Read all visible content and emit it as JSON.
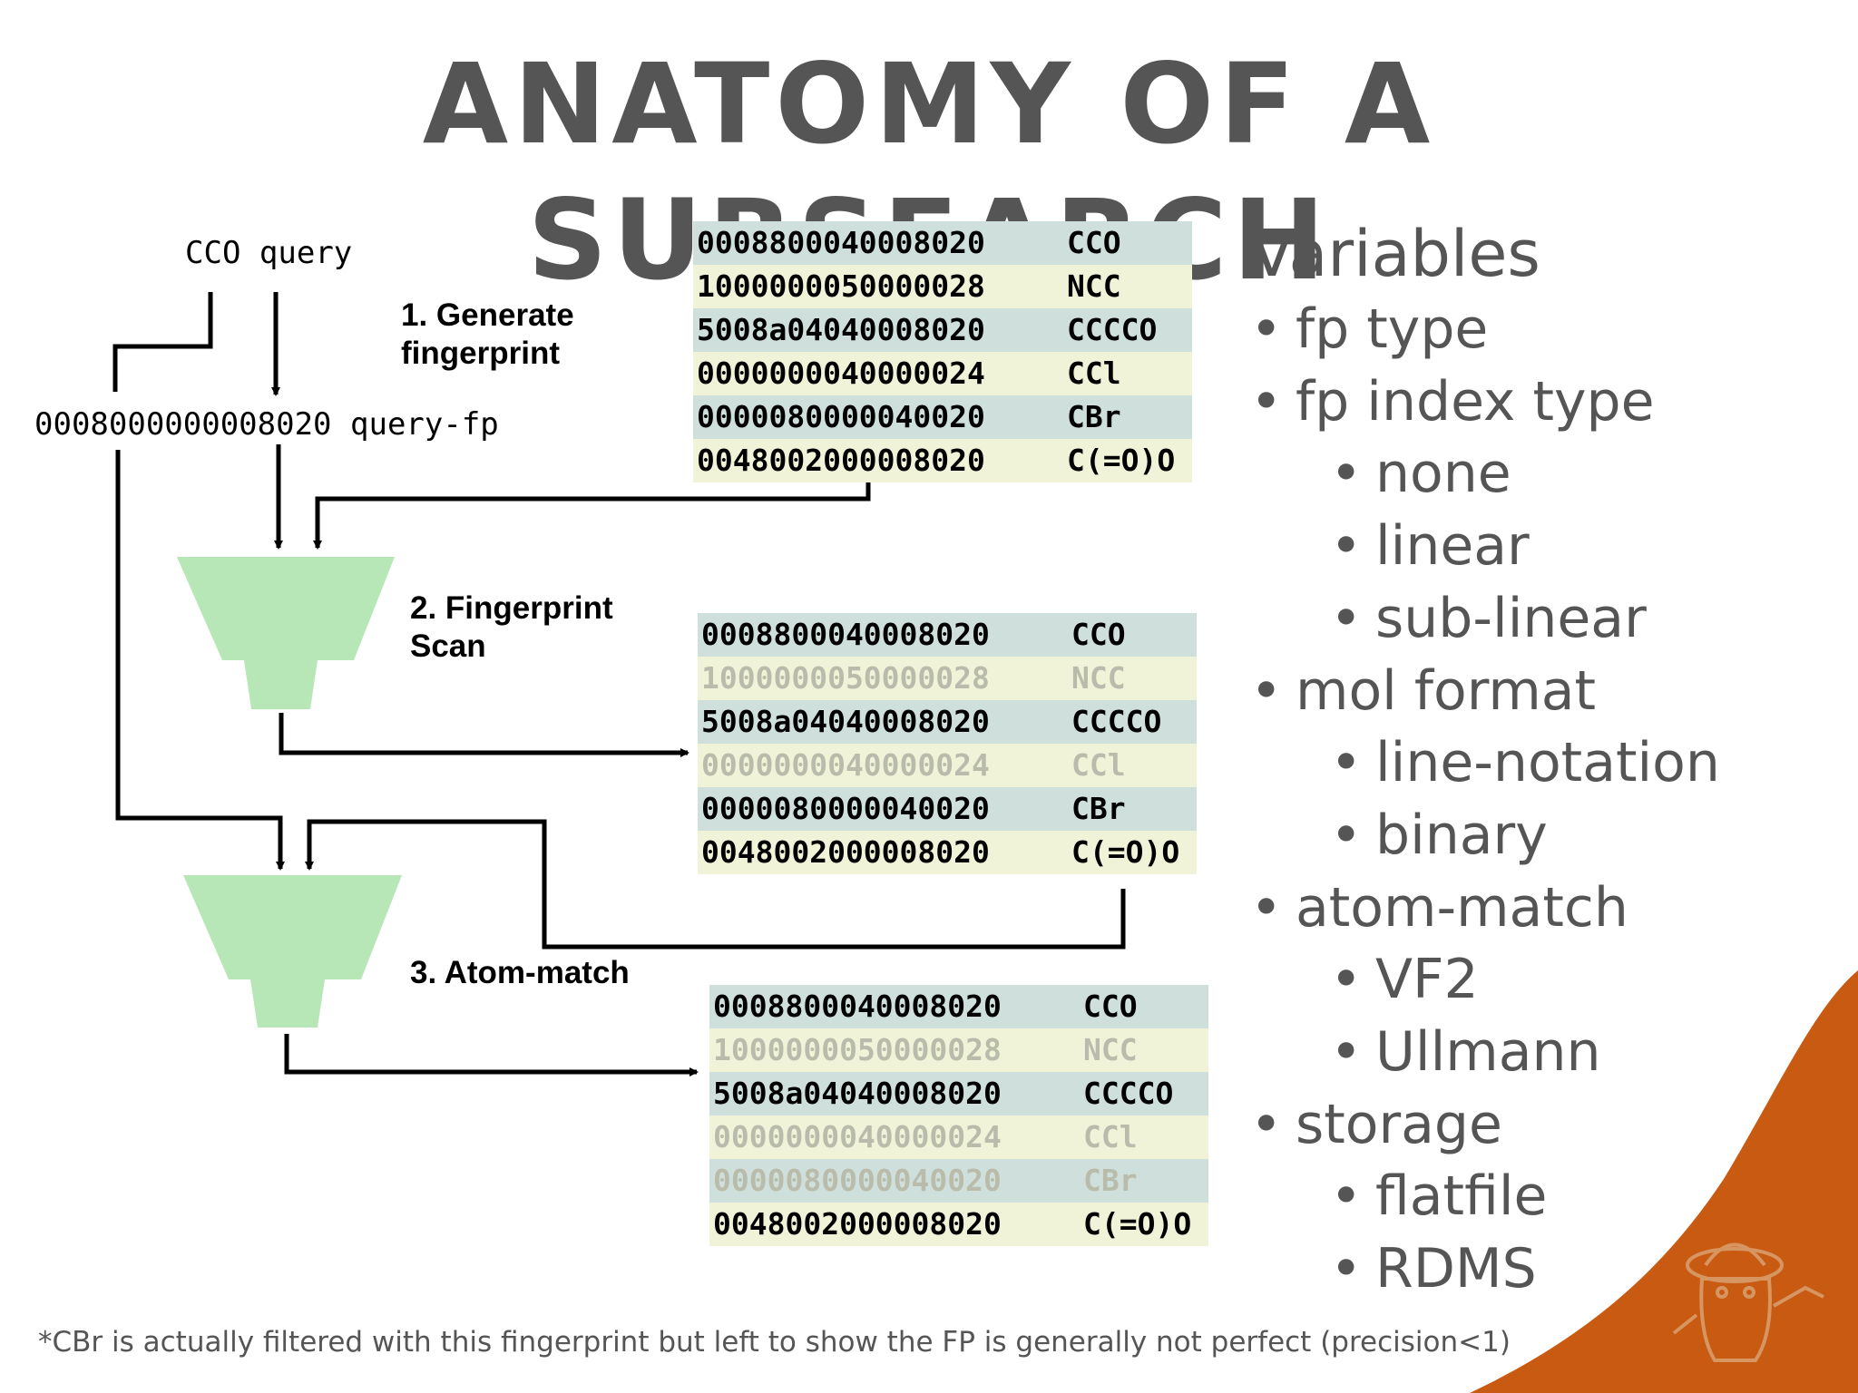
{
  "title": "ANATOMY OF A SUBSEARCH",
  "query": {
    "smiles": "CCO",
    "word": "query"
  },
  "query_fp": {
    "value": "0008000000008020",
    "label": "query-fp"
  },
  "steps": [
    {
      "label": "1. Generate\nfingerprint"
    },
    {
      "label": "2. Fingerprint\nScan"
    },
    {
      "label": "3. Atom-match"
    }
  ],
  "tables": [
    {
      "rows": [
        {
          "fp": "0008800040008020",
          "smiles": "CCO",
          "active": true
        },
        {
          "fp": "1000000050000028",
          "smiles": "NCC",
          "active": true
        },
        {
          "fp": "5008a04040008020",
          "smiles": "CCCCO",
          "active": true
        },
        {
          "fp": "0000000040000024",
          "smiles": "CCl",
          "active": true
        },
        {
          "fp": "0000080000040020",
          "smiles": "CBr",
          "active": true
        },
        {
          "fp": "0048002000008020",
          "smiles": "C(=O)O",
          "active": true
        }
      ]
    },
    {
      "rows": [
        {
          "fp": "0008800040008020",
          "smiles": "CCO",
          "active": true
        },
        {
          "fp": "1000000050000028",
          "smiles": "NCC",
          "active": false
        },
        {
          "fp": "5008a04040008020",
          "smiles": "CCCCO",
          "active": true
        },
        {
          "fp": "0000000040000024",
          "smiles": "CCl",
          "active": false
        },
        {
          "fp": "0000080000040020",
          "smiles": "CBr",
          "active": true
        },
        {
          "fp": "0048002000008020",
          "smiles": "C(=O)O",
          "active": true
        }
      ]
    },
    {
      "rows": [
        {
          "fp": "0008800040008020",
          "smiles": "CCO",
          "active": true
        },
        {
          "fp": "1000000050000028",
          "smiles": "NCC",
          "active": false
        },
        {
          "fp": "5008a04040008020",
          "smiles": "CCCCO",
          "active": true
        },
        {
          "fp": "0000000040000024",
          "smiles": "CCl",
          "active": false
        },
        {
          "fp": "0000080000040020",
          "smiles": "CBr",
          "active": false
        },
        {
          "fp": "0048002000008020",
          "smiles": "C(=O)O",
          "active": true
        }
      ]
    }
  ],
  "variables": {
    "heading": "Variables",
    "items": [
      {
        "text": "fp type",
        "level": 1
      },
      {
        "text": "fp index type",
        "level": 1
      },
      {
        "text": "none",
        "level": 2
      },
      {
        "text": "linear",
        "level": 2
      },
      {
        "text": "sub-linear",
        "level": 2
      },
      {
        "text": "mol format",
        "level": 1
      },
      {
        "text": "line-notation",
        "level": 2
      },
      {
        "text": "binary",
        "level": 2
      },
      {
        "text": "atom-match",
        "level": 1
      },
      {
        "text": "VF2",
        "level": 2
      },
      {
        "text": "Ullmann",
        "level": 2
      },
      {
        "text": "storage",
        "level": 1
      },
      {
        "text": "flatfile",
        "level": 2
      },
      {
        "text": "RDMS",
        "level": 2
      }
    ]
  },
  "footnote": "*CBr is actually filtered with this fingerprint but left to show the FP is generally not perfect (precision<1)",
  "colors": {
    "title": "#555555",
    "funnel": "#b7e7b7",
    "row_blue": "#cfe0dc",
    "row_yellow": "#f1f3d9",
    "faded_text": "#b9bcaa",
    "corner_orange": "#c85a12"
  }
}
